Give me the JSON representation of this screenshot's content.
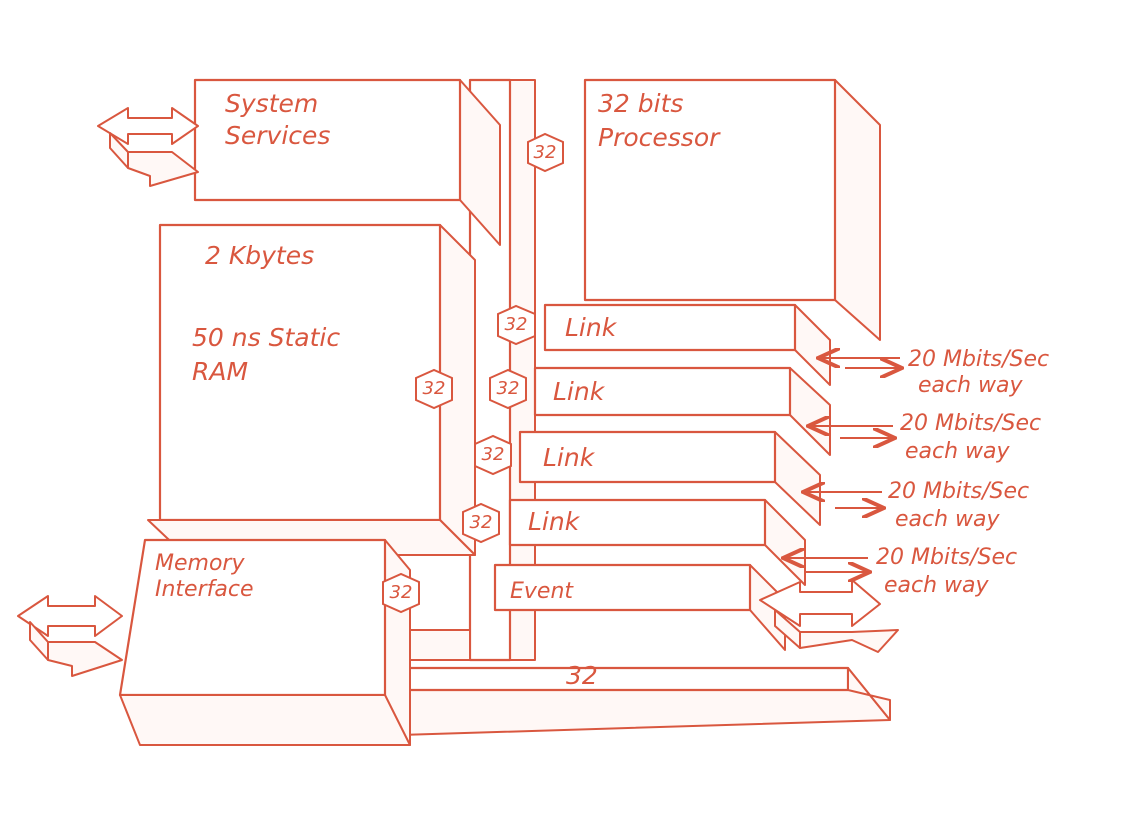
{
  "diagram": {
    "ink_color": "#d9573f",
    "blocks": {
      "system_services": [
        "System",
        "Services"
      ],
      "processor": [
        "32 bits",
        "Processor"
      ],
      "ram": [
        "2 Kbytes",
        "50 ns Static",
        "RAM"
      ],
      "memory_interface": [
        "Memory",
        "Interface"
      ],
      "links": [
        "Link",
        "Link",
        "Link",
        "Link"
      ],
      "event": "Event"
    },
    "bus_width_labels": [
      "32",
      "32",
      "32",
      "32",
      "32",
      "32",
      "32",
      "32"
    ],
    "link_rate_labels": [
      [
        "20 Mbits/Sec",
        "each way"
      ],
      [
        "20 Mbits/Sec",
        "each way"
      ],
      [
        "20 Mbits/Sec",
        "each way"
      ],
      [
        "20 Mbits/Sec",
        "each way"
      ]
    ],
    "icons": [
      "double-arrow-icon",
      "double-arrow-icon",
      "double-arrow-icon"
    ]
  }
}
